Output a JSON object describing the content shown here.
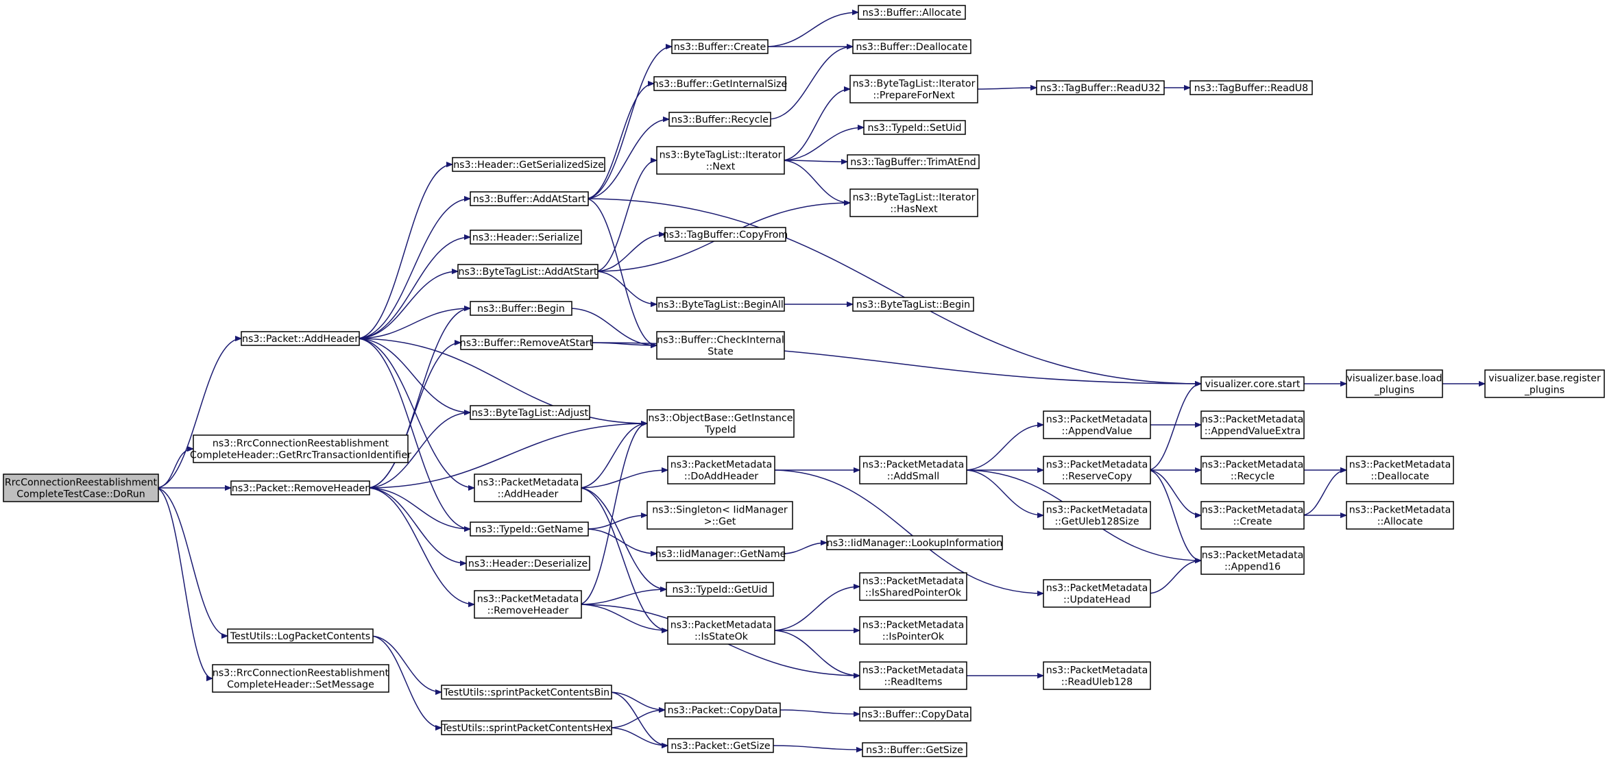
{
  "graph": {
    "root": "rrc-dorun",
    "nodes": [
      {
        "id": "rrc-dorun",
        "lines": [
          "RrcConnectionReestablishment",
          "CompleteTestCase::DoRun"
        ],
        "icon": "none",
        "root": true
      },
      {
        "id": "packet-addheader",
        "lines": [
          "ns3::Packet::AddHeader"
        ]
      },
      {
        "id": "rrc-get-transaction-id",
        "lines": [
          "ns3::RrcConnectionReestablishment",
          "CompleteHeader::GetRrcTransactionIdentifier"
        ]
      },
      {
        "id": "packet-removeheader",
        "lines": [
          "ns3::Packet::RemoveHeader"
        ]
      },
      {
        "id": "testutils-logpacket",
        "lines": [
          "TestUtils::LogPacketContents"
        ]
      },
      {
        "id": "rrc-setmessage",
        "lines": [
          "ns3::RrcConnectionReestablishment",
          "CompleteHeader::SetMessage"
        ]
      },
      {
        "id": "header-getserializedsize",
        "lines": [
          "ns3::Header::GetSerializedSize"
        ]
      },
      {
        "id": "buffer-addatstart",
        "lines": [
          "ns3::Buffer::AddAtStart"
        ]
      },
      {
        "id": "header-serialize",
        "lines": [
          "ns3::Header::Serialize"
        ]
      },
      {
        "id": "bytetaglist-addatstart",
        "lines": [
          "ns3::ByteTagList::AddAtStart"
        ]
      },
      {
        "id": "buffer-begin",
        "lines": [
          "ns3::Buffer::Begin"
        ]
      },
      {
        "id": "buffer-removeatstart",
        "lines": [
          "ns3::Buffer::RemoveAtStart"
        ]
      },
      {
        "id": "bytetaglist-adjust",
        "lines": [
          "ns3::ByteTagList::Adjust"
        ]
      },
      {
        "id": "pm-addheader",
        "lines": [
          "ns3::PacketMetadata",
          "::AddHeader"
        ]
      },
      {
        "id": "typeid-getname",
        "lines": [
          "ns3::TypeId::GetName"
        ]
      },
      {
        "id": "header-deserialize",
        "lines": [
          "ns3::Header::Deserialize"
        ]
      },
      {
        "id": "pm-removeheader",
        "lines": [
          "ns3::PacketMetadata",
          "::RemoveHeader"
        ]
      },
      {
        "id": "testutils-sprint-bin",
        "lines": [
          "TestUtils::sprintPacketContentsBin"
        ]
      },
      {
        "id": "testutils-sprint-hex",
        "lines": [
          "TestUtils::sprintPacketContentsHex"
        ]
      },
      {
        "id": "buffer-create",
        "lines": [
          "ns3::Buffer::Create"
        ]
      },
      {
        "id": "buffer-getinternalsize",
        "lines": [
          "ns3::Buffer::GetInternalSize"
        ]
      },
      {
        "id": "buffer-recycle",
        "lines": [
          "ns3::Buffer::Recycle"
        ]
      },
      {
        "id": "bytetaglist-iterator-next",
        "lines": [
          "ns3::ByteTagList::Iterator",
          "::Next"
        ]
      },
      {
        "id": "tagbuffer-copyfrom",
        "lines": [
          "ns3::TagBuffer::CopyFrom"
        ]
      },
      {
        "id": "bytetaglist-beginall",
        "lines": [
          "ns3::ByteTagList::BeginAll"
        ]
      },
      {
        "id": "buffer-checkinternalstate",
        "lines": [
          "ns3::Buffer::CheckInternal",
          "State"
        ]
      },
      {
        "id": "objectbase-getinstancetypeid",
        "lines": [
          "ns3::ObjectBase::GetInstance",
          "TypeId"
        ]
      },
      {
        "id": "pm-doaddheader",
        "lines": [
          "ns3::PacketMetadata",
          "::DoAddHeader"
        ]
      },
      {
        "id": "singleton-iidmanager-get",
        "lines": [
          "ns3::Singleton< IidManager",
          ">::Get"
        ]
      },
      {
        "id": "iidmanager-getname",
        "lines": [
          "ns3::IidManager::GetName"
        ]
      },
      {
        "id": "typeid-getuid",
        "lines": [
          "ns3::TypeId::GetUid"
        ]
      },
      {
        "id": "pm-isstateok",
        "lines": [
          "ns3::PacketMetadata",
          "::IsStateOk"
        ]
      },
      {
        "id": "packet-copydata",
        "lines": [
          "ns3::Packet::CopyData"
        ]
      },
      {
        "id": "packet-getsize",
        "lines": [
          "ns3::Packet::GetSize"
        ]
      },
      {
        "id": "buffer-allocate",
        "lines": [
          "ns3::Buffer::Allocate"
        ]
      },
      {
        "id": "buffer-deallocate",
        "lines": [
          "ns3::Buffer::Deallocate"
        ]
      },
      {
        "id": "bytetaglist-iterator-preparefornext",
        "lines": [
          "ns3::ByteTagList::Iterator",
          "::PrepareForNext"
        ]
      },
      {
        "id": "typeid-setuid",
        "lines": [
          "ns3::TypeId::SetUid"
        ]
      },
      {
        "id": "tagbuffer-trimatend",
        "lines": [
          "ns3::TagBuffer::TrimAtEnd"
        ]
      },
      {
        "id": "bytetaglist-iterator-hasnext",
        "lines": [
          "ns3::ByteTagList::Iterator",
          "::HasNext"
        ]
      },
      {
        "id": "bytetaglist-begin",
        "lines": [
          "ns3::ByteTagList::Begin"
        ]
      },
      {
        "id": "pm-addsmall",
        "lines": [
          "ns3::PacketMetadata",
          "::AddSmall"
        ]
      },
      {
        "id": "iidmanager-lookupinformation",
        "lines": [
          "ns3::IidManager::LookupInformation"
        ]
      },
      {
        "id": "pm-issharedpointerok",
        "lines": [
          "ns3::PacketMetadata",
          "::IsSharedPointerOk"
        ]
      },
      {
        "id": "pm-ispointerok",
        "lines": [
          "ns3::PacketMetadata",
          "::IsPointerOk"
        ]
      },
      {
        "id": "pm-readitems",
        "lines": [
          "ns3::PacketMetadata",
          "::ReadItems"
        ]
      },
      {
        "id": "buffer-copydata",
        "lines": [
          "ns3::Buffer::CopyData"
        ]
      },
      {
        "id": "buffer-getsize",
        "lines": [
          "ns3::Buffer::GetSize"
        ]
      },
      {
        "id": "tagbuffer-readu32",
        "lines": [
          "ns3::TagBuffer::ReadU32"
        ]
      },
      {
        "id": "visualizer-core-start",
        "lines": [
          "visualizer.core.start"
        ]
      },
      {
        "id": "pm-appendvalue",
        "lines": [
          "ns3::PacketMetadata",
          "::AppendValue"
        ]
      },
      {
        "id": "pm-reservecopy",
        "lines": [
          "ns3::PacketMetadata",
          "::ReserveCopy"
        ]
      },
      {
        "id": "pm-getuleb128size",
        "lines": [
          "ns3::PacketMetadata",
          "::GetUleb128Size"
        ]
      },
      {
        "id": "pm-updatehead",
        "lines": [
          "ns3::PacketMetadata",
          "::UpdateHead"
        ]
      },
      {
        "id": "pm-readuleb128",
        "lines": [
          "ns3::PacketMetadata",
          "::ReadUleb128"
        ]
      },
      {
        "id": "tagbuffer-readu8",
        "lines": [
          "ns3::TagBuffer::ReadU8"
        ]
      },
      {
        "id": "pm-appendvalueextra",
        "lines": [
          "ns3::PacketMetadata",
          "::AppendValueExtra"
        ]
      },
      {
        "id": "pm-recycle",
        "lines": [
          "ns3::PacketMetadata",
          "::Recycle"
        ]
      },
      {
        "id": "pm-create",
        "lines": [
          "ns3::PacketMetadata",
          "::Create"
        ]
      },
      {
        "id": "pm-append16",
        "lines": [
          "ns3::PacketMetadata",
          "::Append16"
        ]
      },
      {
        "id": "visualizer-base-loadplugins",
        "lines": [
          "visualizer.base.load",
          "_plugins"
        ]
      },
      {
        "id": "pm-deallocate",
        "lines": [
          "ns3::PacketMetadata",
          "::Deallocate"
        ]
      },
      {
        "id": "pm-allocate",
        "lines": [
          "ns3::PacketMetadata",
          "::Allocate"
        ]
      },
      {
        "id": "visualizer-base-registerplugins",
        "lines": [
          "visualizer.base.register",
          "_plugins"
        ]
      }
    ]
  }
}
